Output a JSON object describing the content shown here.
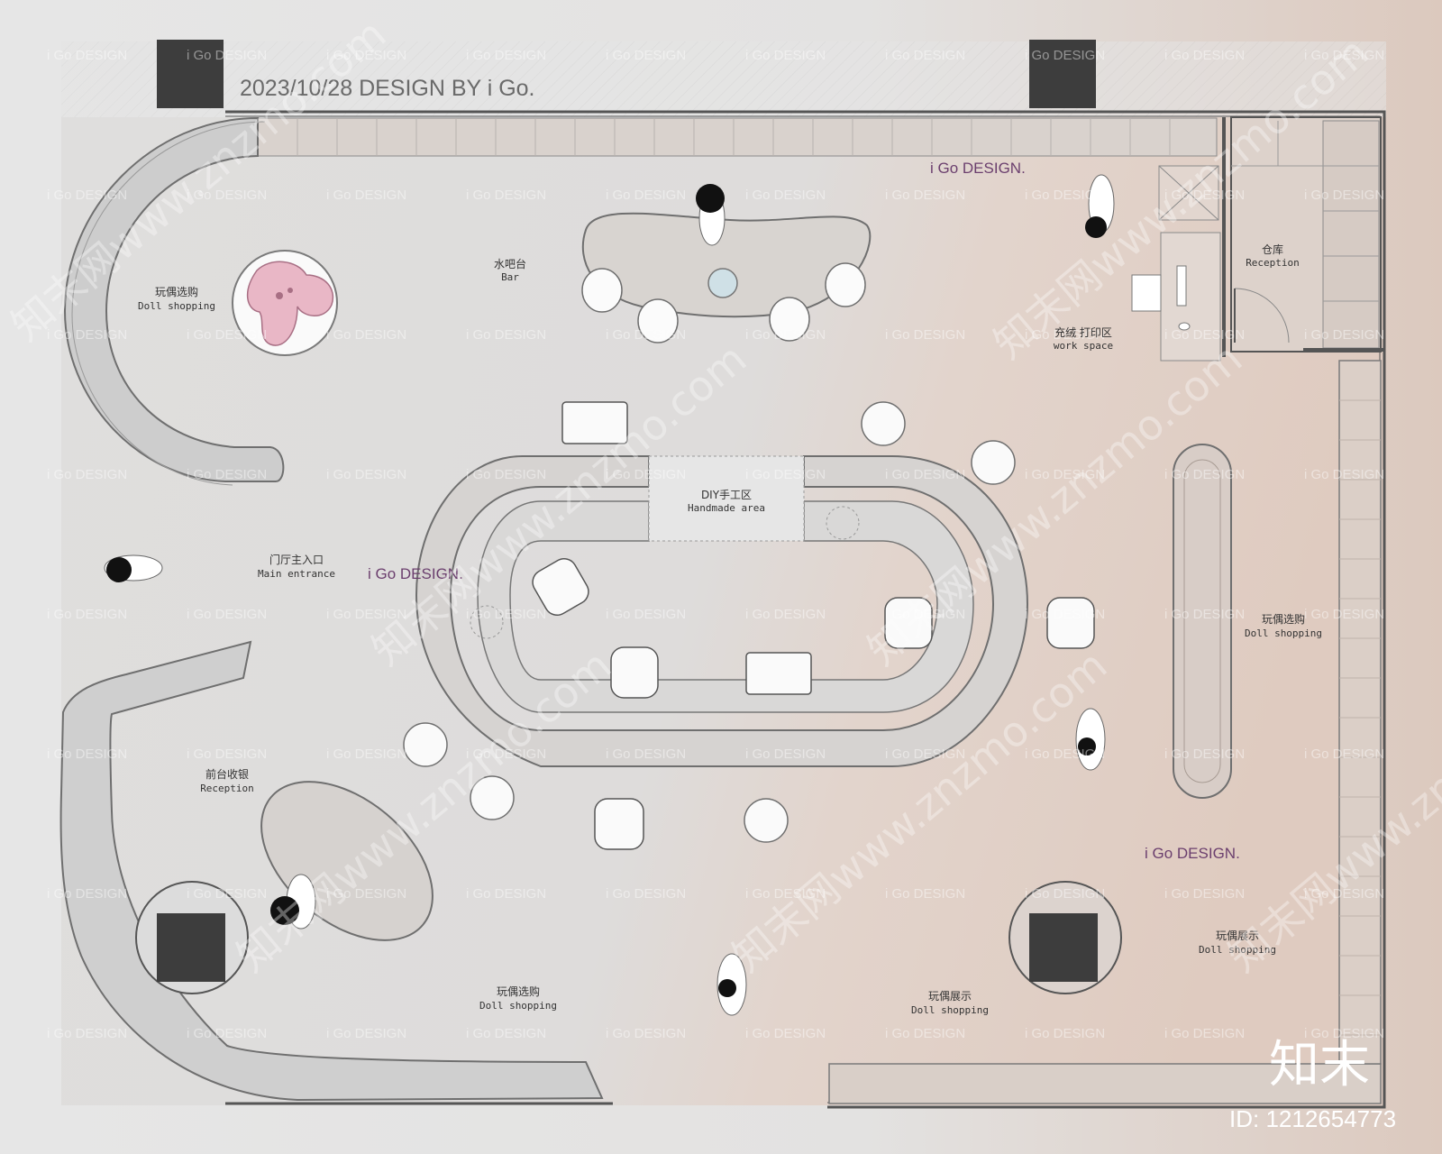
{
  "header": {
    "title": "2023/10/28 DESIGN BY i Go."
  },
  "brand_tags": [
    "i Go DESIGN.",
    "i Go DESIGN.",
    "i Go DESIGN."
  ],
  "watermark": {
    "tile_text": "i Go DESIGN",
    "diagonal_text": "知末网www.znzmo.com"
  },
  "zones": {
    "doll_shopping_left": {
      "zh": "玩偶选购",
      "en": "Doll shopping"
    },
    "bar": {
      "zh": "水吧台",
      "en": "Bar"
    },
    "warehouse": {
      "zh": "仓库",
      "en": "Reception"
    },
    "work_space": {
      "zh": "充绒 打印区",
      "en": "work space"
    },
    "diy": {
      "zh": "DIY手工区",
      "en": "Handmade area"
    },
    "main_entrance": {
      "zh": "门厅主入口",
      "en": "Main entrance"
    },
    "doll_shopping_right": {
      "zh": "玩偶选购",
      "en": "Doll shopping"
    },
    "reception": {
      "zh": "前台收银",
      "en": "Reception"
    },
    "doll_display_right": {
      "zh": "玩偶展示",
      "en": "Doll shopping"
    },
    "doll_shopping_bottom": {
      "zh": "玩偶选购",
      "en": "Doll shopping"
    },
    "doll_display_bottom": {
      "zh": "玩偶展示",
      "en": "Doll shopping"
    }
  },
  "footer": {
    "logo": "知末",
    "id": "ID: 1212654773"
  },
  "colors": {
    "floor": "#dedcda",
    "pink_floor": "#e2d2c8",
    "counter": "#cfcfce",
    "wall": "#4a4a4a",
    "column": "#3d3d3d",
    "brand": "#6b3f6e"
  }
}
